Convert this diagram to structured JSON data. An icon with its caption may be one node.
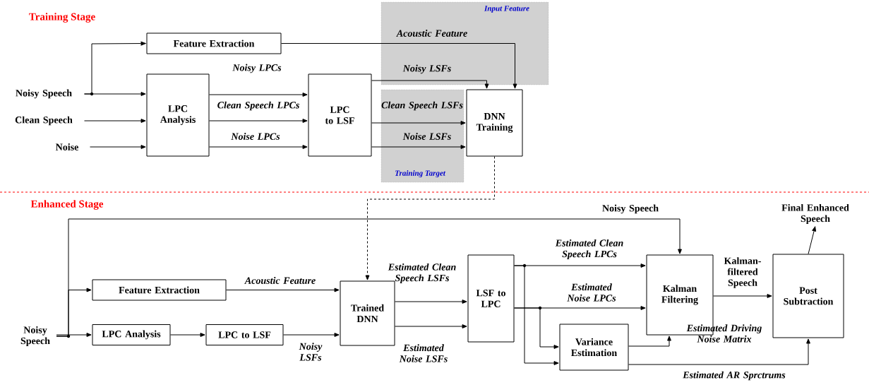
{
  "diagram": {
    "nodes": [
      {
        "text": [
          "Noisy Speech"
        ]
      },
      {
        "text": [
          "Clean Speech"
        ]
      },
      {
        "text": [
          "Noise"
        ]
      },
      {
        "text": [
          "Feature Extraction"
        ]
      },
      {
        "text": [
          "LPC Analysis"
        ]
      },
      {
        "text": [
          "LPC to LSF"
        ]
      },
      {
        "text": [
          "DNN Training"
        ]
      },
      {
        "text": [
          "Noisy Speech"
        ]
      },
      {
        "text": [
          "Feature Extraction"
        ]
      },
      {
        "text": [
          "LPC Analysis"
        ]
      },
      {
        "text": [
          "LPC to LSF"
        ]
      },
      {
        "text": [
          "Trained DNN"
        ]
      },
      {
        "text": [
          "LSF to LPC"
        ]
      },
      {
        "text": [
          "Kalman Filtering"
        ]
      },
      {
        "text": [
          "Variance Estimation"
        ]
      },
      {
        "text": [
          "Post Subtraction"
        ]
      },
      {
        "text": [
          "Final Enhanced Speech"
        ]
      }
    ],
    "edges": [
      {
        "from": 0,
        "to": 3,
        "arrow": "to"
      },
      {
        "from": 0,
        "to": 4,
        "arrow": "to"
      },
      {
        "from": 1,
        "to": 4,
        "arrow": "to"
      },
      {
        "from": 2,
        "to": 4,
        "arrow": "to"
      },
      {
        "from": 3,
        "to": 6,
        "arrow": "to",
        "label": "Acoustic Feature"
      },
      {
        "from": 4,
        "to": 5,
        "arrow": "to",
        "label": "Noisy LPCs"
      },
      {
        "from": 4,
        "to": 5,
        "arrow": "to",
        "label": "Clean Speech LPCs"
      },
      {
        "from": 4,
        "to": 5,
        "arrow": "to",
        "label": "Noise LPCs"
      },
      {
        "from": 5,
        "to": 6,
        "arrow": "to",
        "label": "Noisy LSFs"
      },
      {
        "from": 5,
        "to": 6,
        "arrow": "to",
        "label": "Clean Speech LSFs"
      },
      {
        "from": 5,
        "to": 6,
        "arrow": "to",
        "label": "Noise LSFs"
      },
      {
        "from": 6,
        "to": 11,
        "arrow": "to",
        "style": "dashed"
      },
      {
        "from": 7,
        "to": 13,
        "arrow": "to",
        "label": "Noisy Speech"
      },
      {
        "from": 7,
        "to": 8,
        "arrow": "to"
      },
      {
        "from": 7,
        "to": 9,
        "arrow": "to"
      },
      {
        "from": 9,
        "to": 10,
        "arrow": "to"
      },
      {
        "from": 10,
        "to": 11,
        "arrow": "to",
        "label": "Noisy LSFs"
      },
      {
        "from": 8,
        "to": 11,
        "arrow": "to",
        "label": "Acoustic Feature"
      },
      {
        "from": 11,
        "to": 12,
        "arrow": "to",
        "label": "Estimated Clean Speech LSFs"
      },
      {
        "from": 11,
        "to": 12,
        "arrow": "to",
        "label": "Estimated Noise LSFs"
      },
      {
        "from": 12,
        "to": 13,
        "arrow": "to",
        "label": "Estimated Clean Speech LPCs"
      },
      {
        "from": 12,
        "to": 13,
        "arrow": "to",
        "label": "Estimated Noise LPCs"
      },
      {
        "from": 12,
        "to": 14,
        "arrow": "to"
      },
      {
        "from": 12,
        "to": 14,
        "arrow": "to"
      },
      {
        "from": 14,
        "to": 13,
        "arrow": "to",
        "label": "Estimated Driving Noise Matrix"
      },
      {
        "from": 14,
        "to": 15,
        "arrow": "to",
        "label": "Estimated AR Sprctrums"
      },
      {
        "from": 13,
        "to": 15,
        "arrow": "to",
        "label": "Kalman-filtered Speech"
      },
      {
        "from": 15,
        "to": 16,
        "arrow": "to"
      }
    ],
    "labels": [
      "Training Stage",
      "Input Feature",
      "Training Target",
      "Enhanced Stage"
    ]
  }
}
